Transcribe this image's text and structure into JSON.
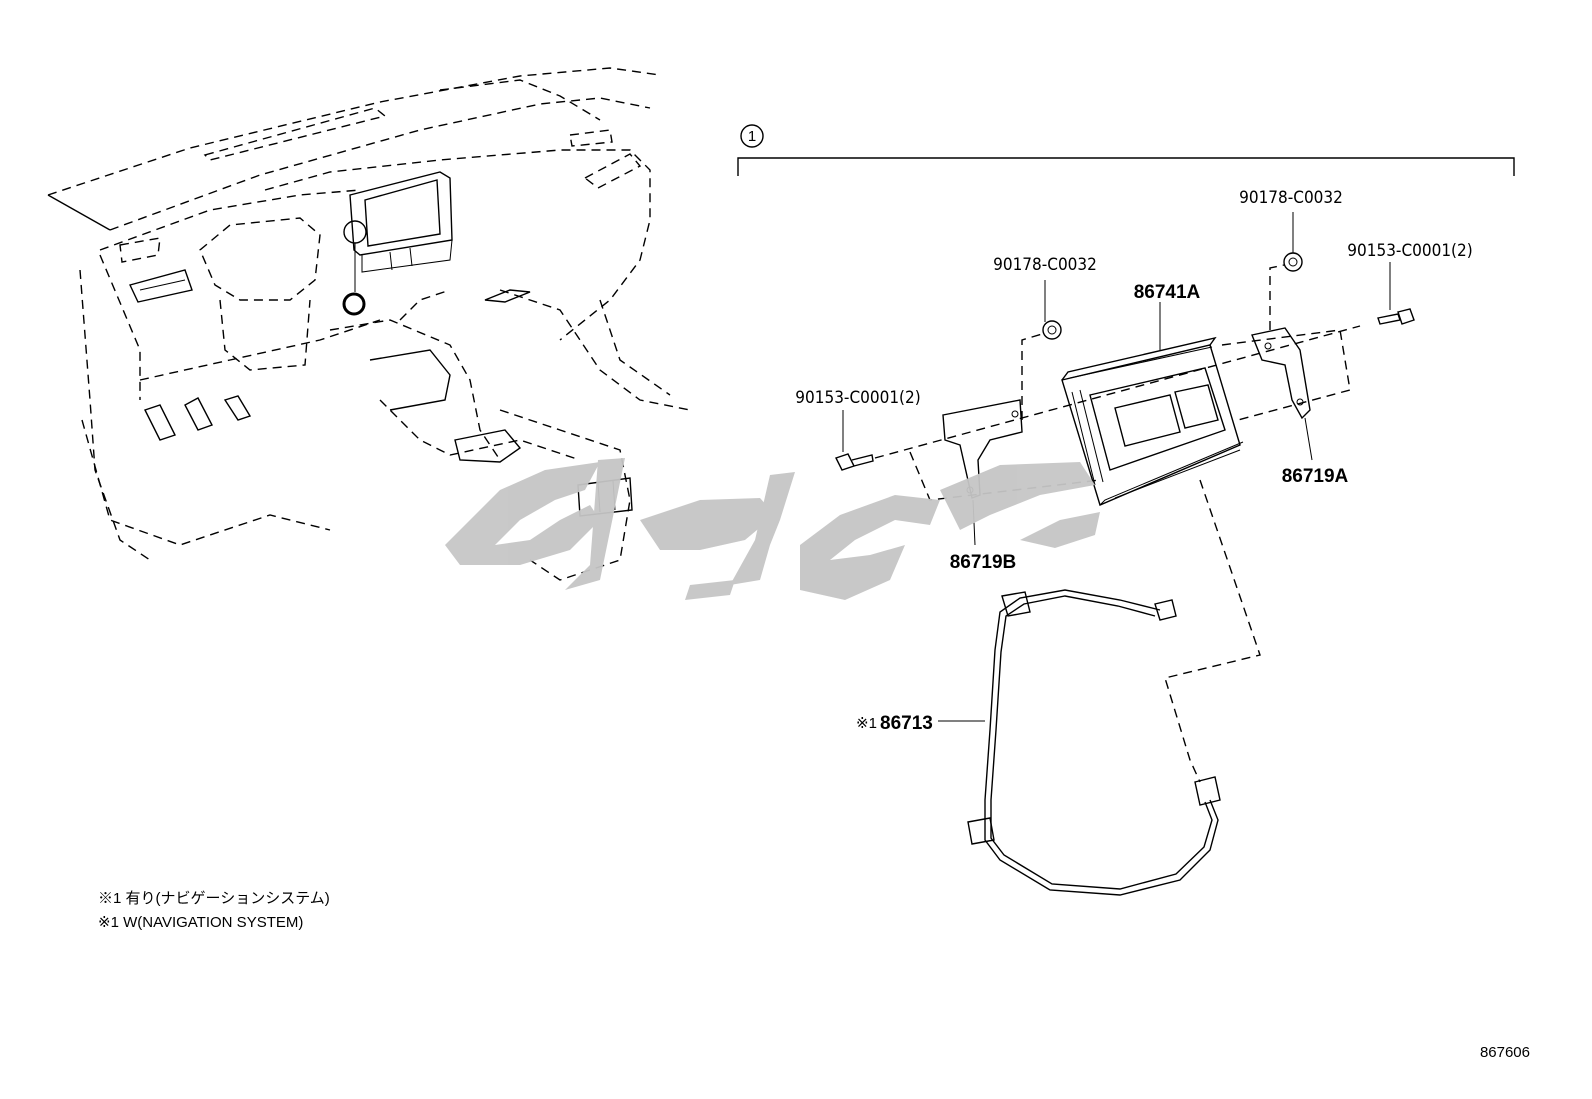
{
  "callout": {
    "number": "1"
  },
  "parts": {
    "nut_left": "90178-C0032",
    "nut_right": "90178-C0032",
    "bolt_left": "90153-C0001(2)",
    "bolt_right": "90153-C0001(2)",
    "receiver": "86741A",
    "bracket_right": "86719A",
    "bracket_left": "86719B",
    "harness_prefix": "※1",
    "harness": "86713"
  },
  "notes": [
    "※1 有り(ナビゲーションシステム)",
    "※1 W(NAVIGATION SYSTEM)"
  ],
  "figure_id": "867606"
}
